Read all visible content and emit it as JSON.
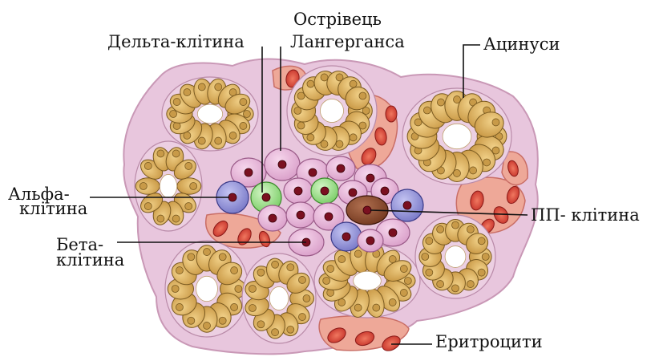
{
  "labels": {
    "delta_cell": "Дельта-клітина",
    "islet_line1": "Острівець",
    "islet_line2": "Лангерганса",
    "acini": "Ацинуси",
    "alpha_line1": "Альфа-",
    "alpha_line2": "клітина",
    "pp_cell": "ПП- клітина",
    "beta_line1": "Бета-",
    "beta_line2": "клітина",
    "erythrocytes": "Еритроцити"
  },
  "colors": {
    "tissue": "#e8c6dd",
    "tissue_outline": "#c998b6",
    "acinar_cell": "#d8b05a",
    "acinar_nucleus": "#c89a48",
    "beta_cell": "#e7b4d8",
    "alpha_cell": "#8e8ed6",
    "delta_cell": "#9ade86",
    "pp_cell": "#8a4a30",
    "nucleus": "#7a1020",
    "erythrocyte": "#d84a40",
    "vessel": "#eea898"
  }
}
